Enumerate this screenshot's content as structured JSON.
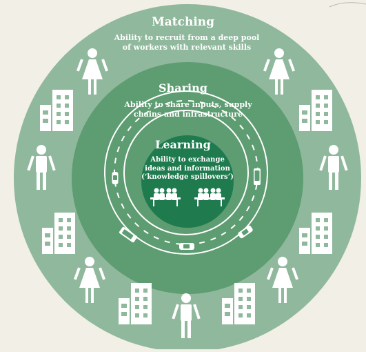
{
  "palette": {
    "background": "#f1efe6",
    "outer_ring": "#8fb89c",
    "middle_ring": "#5e9c72",
    "inner_circle": "#1f7a4e",
    "road": "#ffffff",
    "icon": "#ffffff"
  },
  "outer": {
    "title": "Matching",
    "subtitle_line1": "Ability to recruit from a deep pool",
    "subtitle_line2": "of workers with relevant skills"
  },
  "middle": {
    "title": "Sharing",
    "subtitle_line1": "Ability to share inputs, supply",
    "subtitle_line2": "chains and infrastructure"
  },
  "inner": {
    "title": "Learning",
    "subtitle_line1": "Ability to exchange",
    "subtitle_line2": "ideas and information",
    "subtitle_line3": "(‘knowledge spillovers’)"
  },
  "icons": {
    "outer_ring": [
      "woman-icon",
      "woman-icon",
      "building-icon",
      "building-icon",
      "man-icon",
      "man-icon",
      "building-icon",
      "building-icon",
      "woman-icon",
      "woman-icon",
      "building-icon",
      "building-icon",
      "man-icon"
    ],
    "road": [
      "car-icon",
      "car-icon",
      "car-icon",
      "car-icon",
      "car-icon"
    ],
    "inner": [
      "meeting-table-icon",
      "meeting-table-icon"
    ]
  }
}
